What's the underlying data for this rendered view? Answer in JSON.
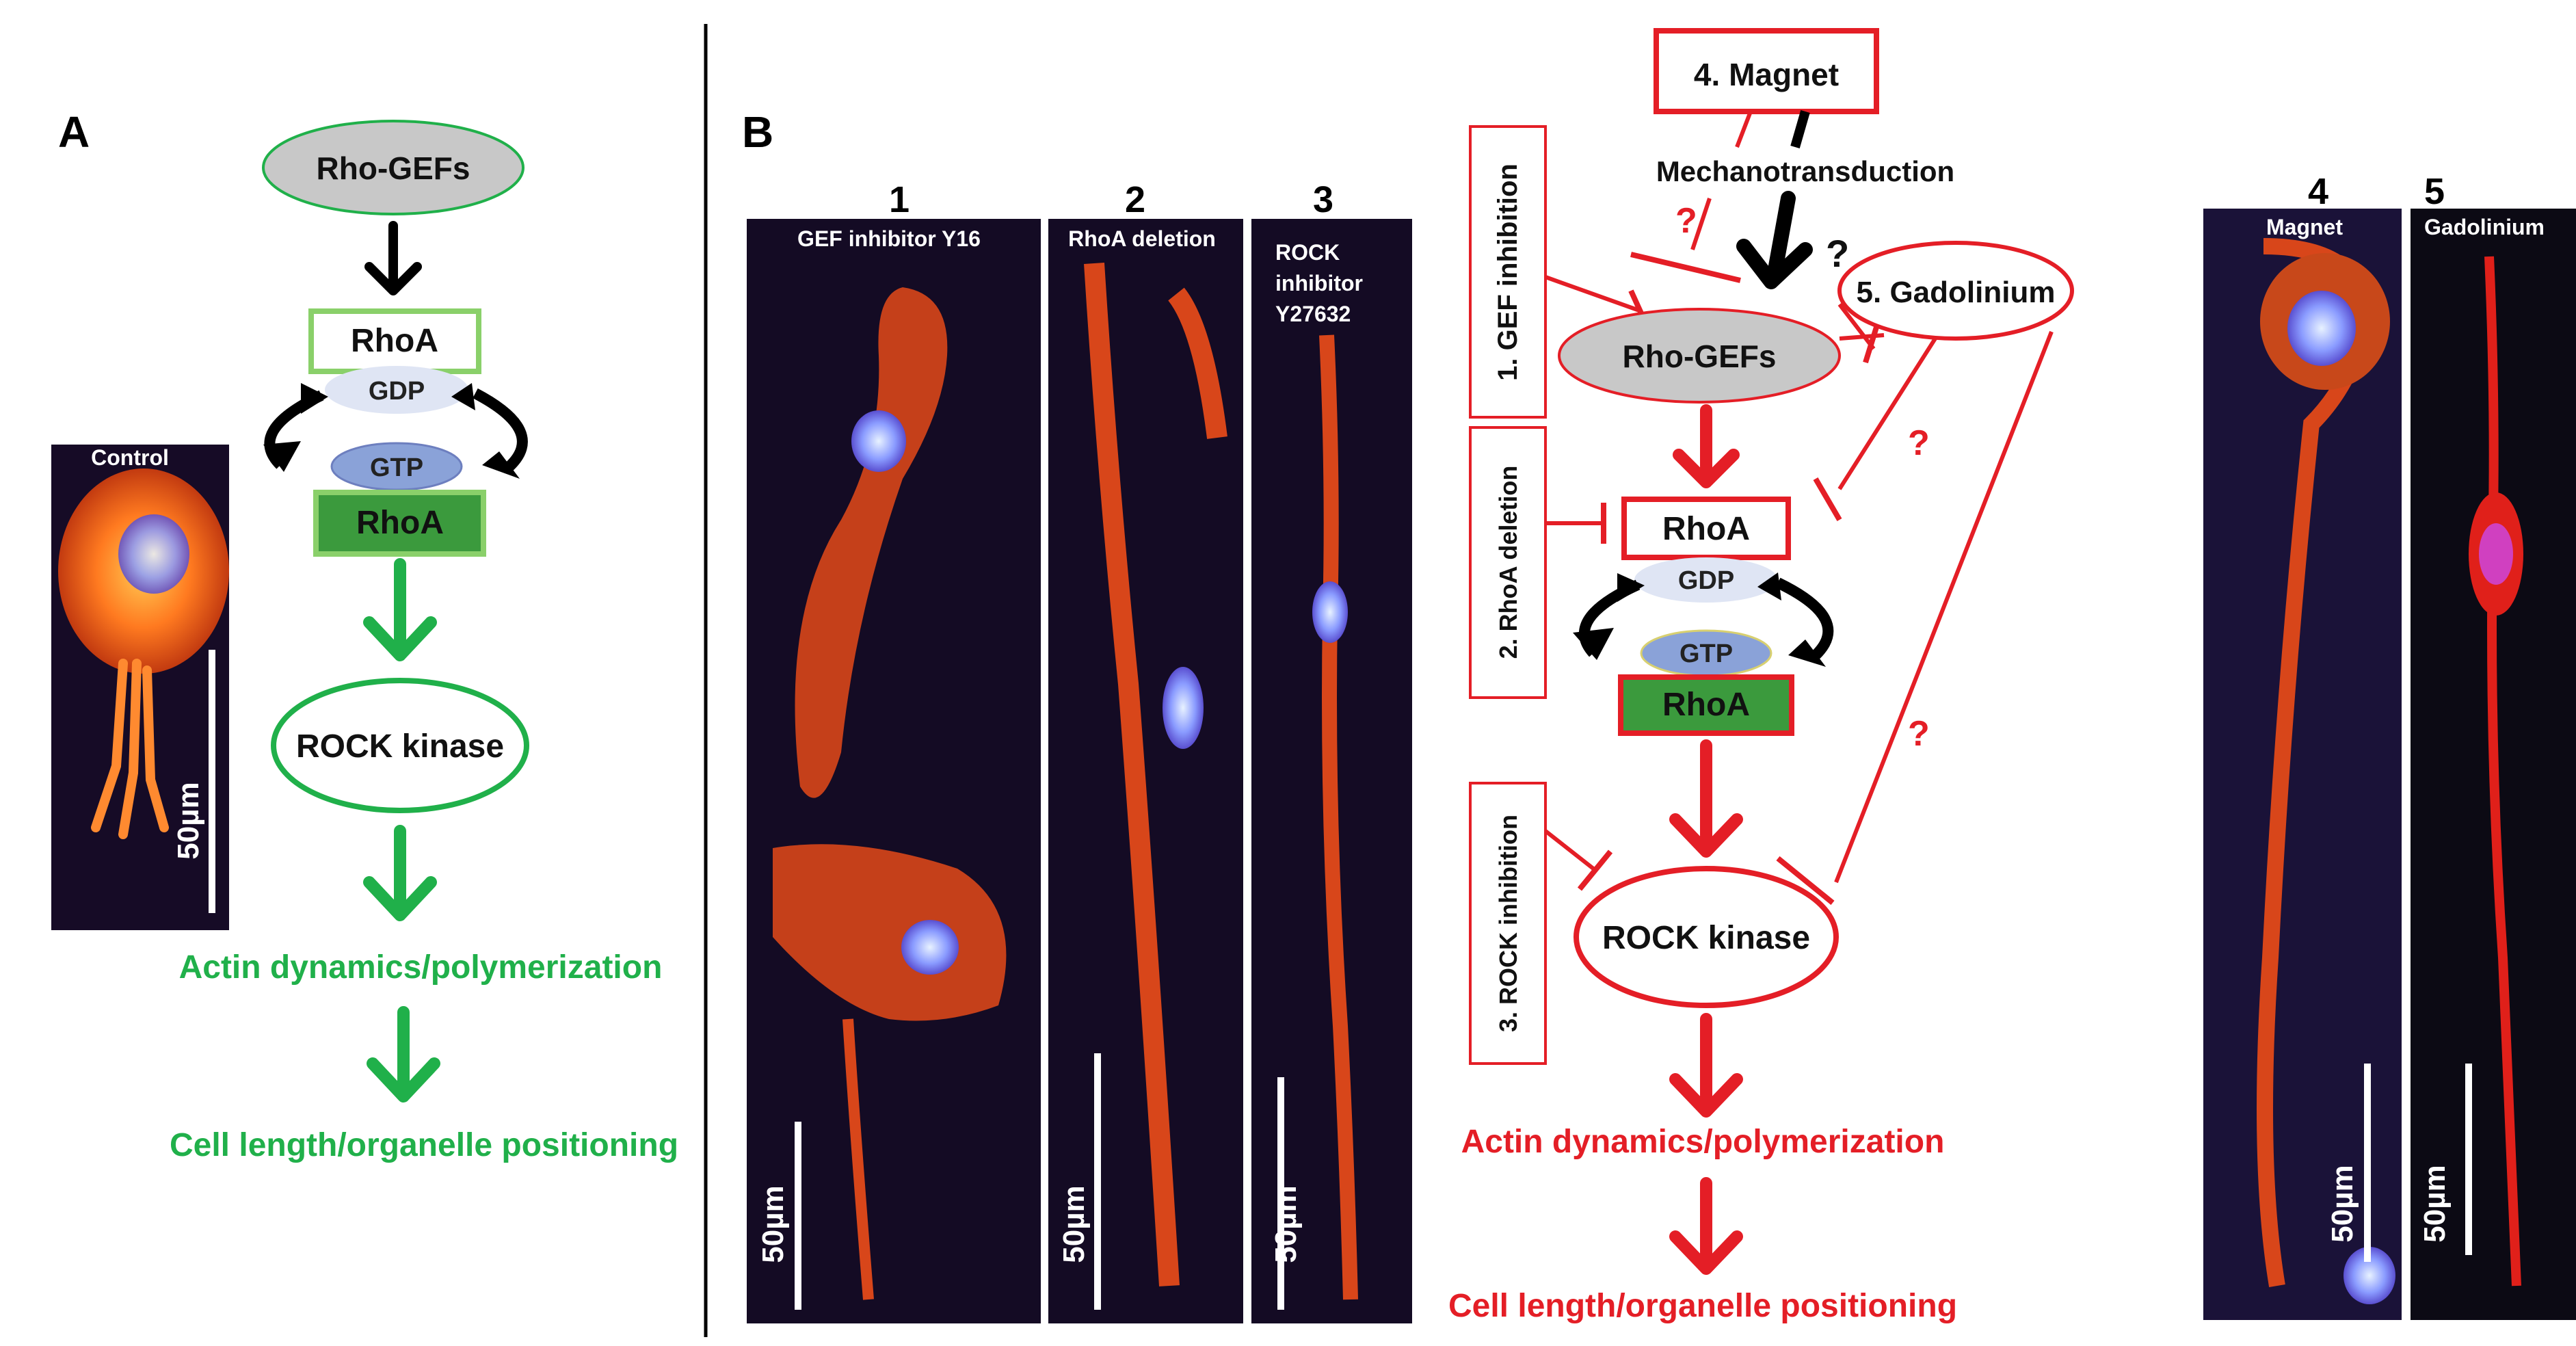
{
  "panelA": {
    "letter": "A",
    "control_label": "Control",
    "scale_label": "50µm",
    "nodes": {
      "rho_gefs": "Rho-GEFs",
      "rhoa_inactive": "RhoA",
      "gdp": "GDP",
      "gtp": "GTP",
      "rhoa_active": "RhoA",
      "rock_kinase": "ROCK kinase",
      "actin": "Actin dynamics/polymerization",
      "cell_length": "Cell length/organelle positioning"
    }
  },
  "panelB": {
    "letter": "B",
    "micrographs": [
      {
        "number": "1",
        "caption": "GEF inhibitor Y16",
        "scale_label": "50µm"
      },
      {
        "number": "2",
        "caption": "RhoA deletion",
        "scale_label": "50µm"
      },
      {
        "number": "3",
        "caption_lines": [
          "ROCK",
          "inhibitor",
          "Y27632"
        ],
        "scale_label": "50µm"
      },
      {
        "number": "4",
        "caption": "Magnet",
        "scale_label": "50µm"
      },
      {
        "number": "5",
        "caption": "Gadolinium",
        "scale_label": "50µm"
      }
    ],
    "nodes": {
      "magnet": "4. Magnet",
      "mechanotransduction": "Mechanotransduction",
      "gef_inhibition": "1. GEF inhibition",
      "gadolinium": "5. Gadolinium",
      "rho_gefs": "Rho-GEFs",
      "rhoa_deletion": "2. RhoA deletion",
      "rhoa_inactive": "RhoA",
      "gdp": "GDP",
      "gtp": "GTP",
      "rhoa_active": "RhoA",
      "rock_inhibition": "3. ROCK inhibition",
      "rock_kinase": "ROCK kinase",
      "actin": "Actin dynamics/polymerization",
      "cell_length": "Cell  length/organelle positioning",
      "question_mark": "?"
    }
  },
  "colors": {
    "green": "#20b04a",
    "red": "#e41e26",
    "gray_node": "#c8c8c8",
    "gdp_fill": "#dfe5f4",
    "gtp_fill": "#8aa2d8",
    "rhoa_active_fill": "#3b9a3d",
    "micrograph_bg": "#140b24"
  }
}
